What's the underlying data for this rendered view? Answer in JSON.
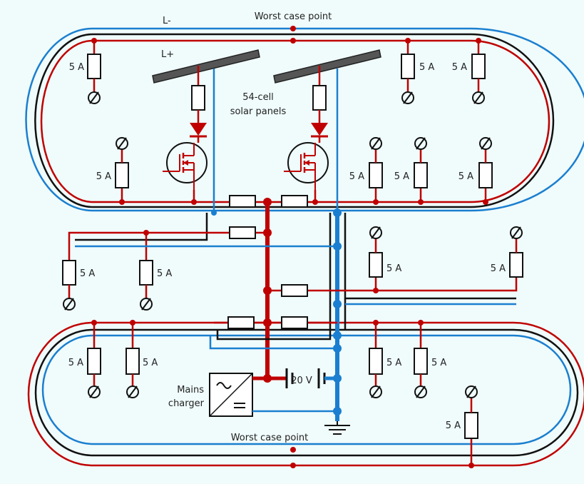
{
  "labels": {
    "worst_case_top": "Worst case point",
    "worst_case_bottom": "Worst case point",
    "l_minus": "L-",
    "l_plus": "L+",
    "solar_line1": "54-cell",
    "solar_line2": "solar panels",
    "battery": "20 V",
    "charger_line1": "Mains",
    "charger_line2": "charger",
    "fuse_rating": "5 A"
  },
  "colors": {
    "background": "#f0fbfb",
    "positive": "#c00000",
    "negative": "#1a7fd0",
    "earth": "#111111"
  },
  "icons": {
    "load": "circle-slash-icon",
    "diode": "diode-icon",
    "mosfet": "mosfet-icon",
    "charger": "ac-dc-converter-icon",
    "battery": "battery-icon",
    "ground": "ground-icon"
  }
}
